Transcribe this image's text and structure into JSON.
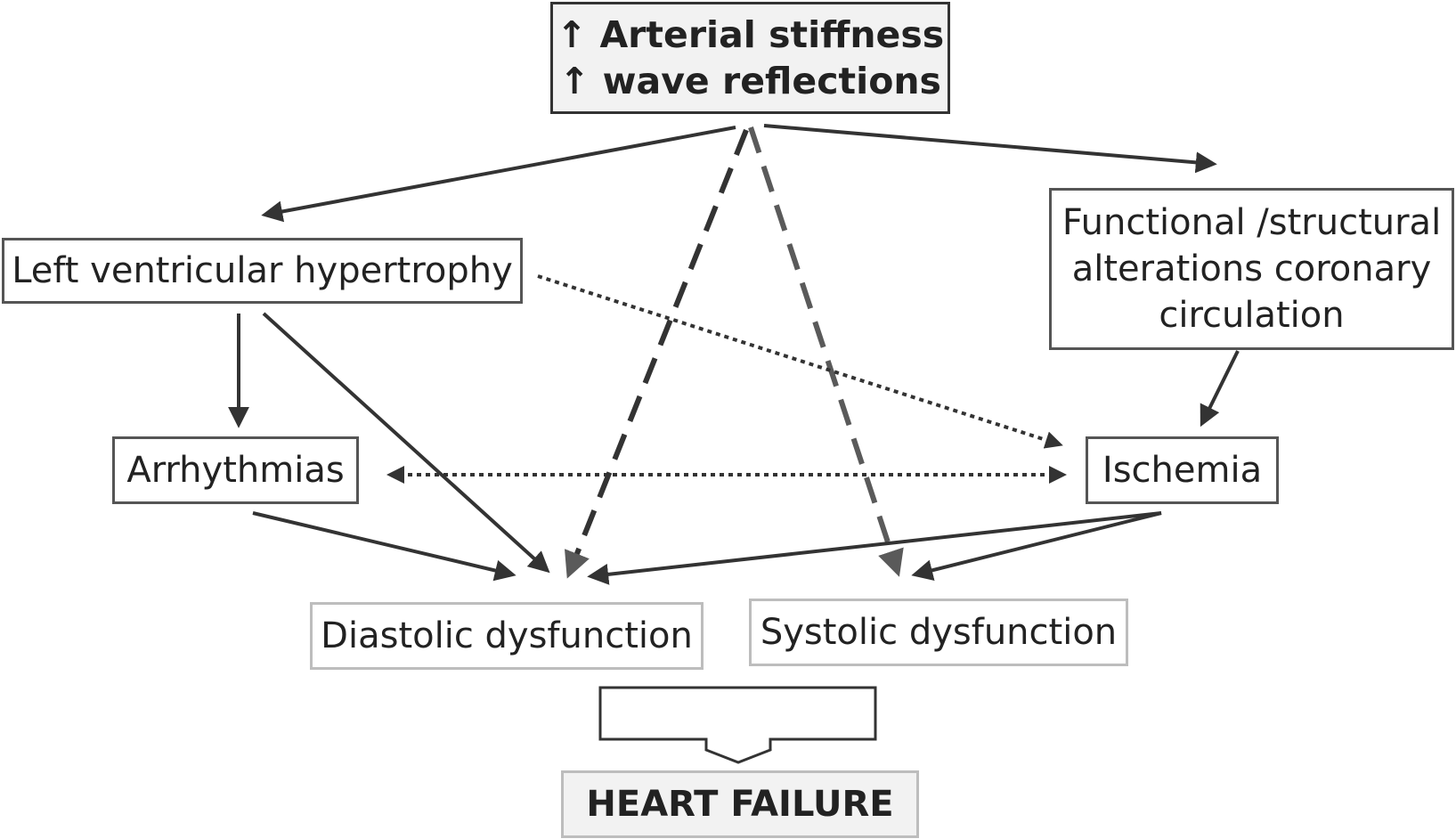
{
  "nodes": {
    "top": {
      "lines": [
        "↑ Arterial stiffness",
        "↑ wave reflections"
      ]
    },
    "lvh": {
      "lines": [
        "Left ventricular hypertrophy"
      ]
    },
    "coronary": {
      "lines": [
        "Functional /structural",
        "alterations coronary",
        "circulation"
      ]
    },
    "arrhythmias": {
      "lines": [
        "Arrhythmias"
      ]
    },
    "ischemia": {
      "lines": [
        "Ischemia"
      ]
    },
    "diastolic": {
      "lines": [
        "Diastolic dysfunction"
      ]
    },
    "systolic": {
      "lines": [
        "Systolic dysfunction"
      ]
    },
    "heart_failure": {
      "lines": [
        "HEART FAILURE"
      ]
    }
  },
  "connections": [
    {
      "from": "top",
      "to": "lvh",
      "style": "solid"
    },
    {
      "from": "top",
      "to": "coronary",
      "style": "solid"
    },
    {
      "from": "top",
      "to": "diastolic",
      "style": "dashed"
    },
    {
      "from": "top",
      "to": "systolic",
      "style": "dashed"
    },
    {
      "from": "lvh",
      "to": "arrhythmias",
      "style": "solid"
    },
    {
      "from": "lvh",
      "to": "diastolic",
      "style": "solid"
    },
    {
      "from": "lvh",
      "to": "ischemia",
      "style": "dotted"
    },
    {
      "from": "arrhythmias",
      "to": "ischemia",
      "style": "dotted",
      "bidirectional": true
    },
    {
      "from": "coronary",
      "to": "ischemia",
      "style": "solid"
    },
    {
      "from": "arrhythmias",
      "to": "diastolic",
      "style": "solid"
    },
    {
      "from": "ischemia",
      "to": "diastolic",
      "style": "solid"
    },
    {
      "from": "ischemia",
      "to": "systolic",
      "style": "solid"
    },
    {
      "from": "diastolic_and_systolic",
      "to": "heart_failure",
      "style": "block-arrow"
    }
  ],
  "colors": {
    "solid_line": "#333333",
    "dashed_dark": "#333333",
    "dashed_gray": "#5a5a5a",
    "dotted_line": "#333333",
    "box_border_dark": "#555555",
    "box_border_light": "#bdbdbd",
    "box_fill_highlight": "#f2f2f2",
    "text": "#222222"
  }
}
